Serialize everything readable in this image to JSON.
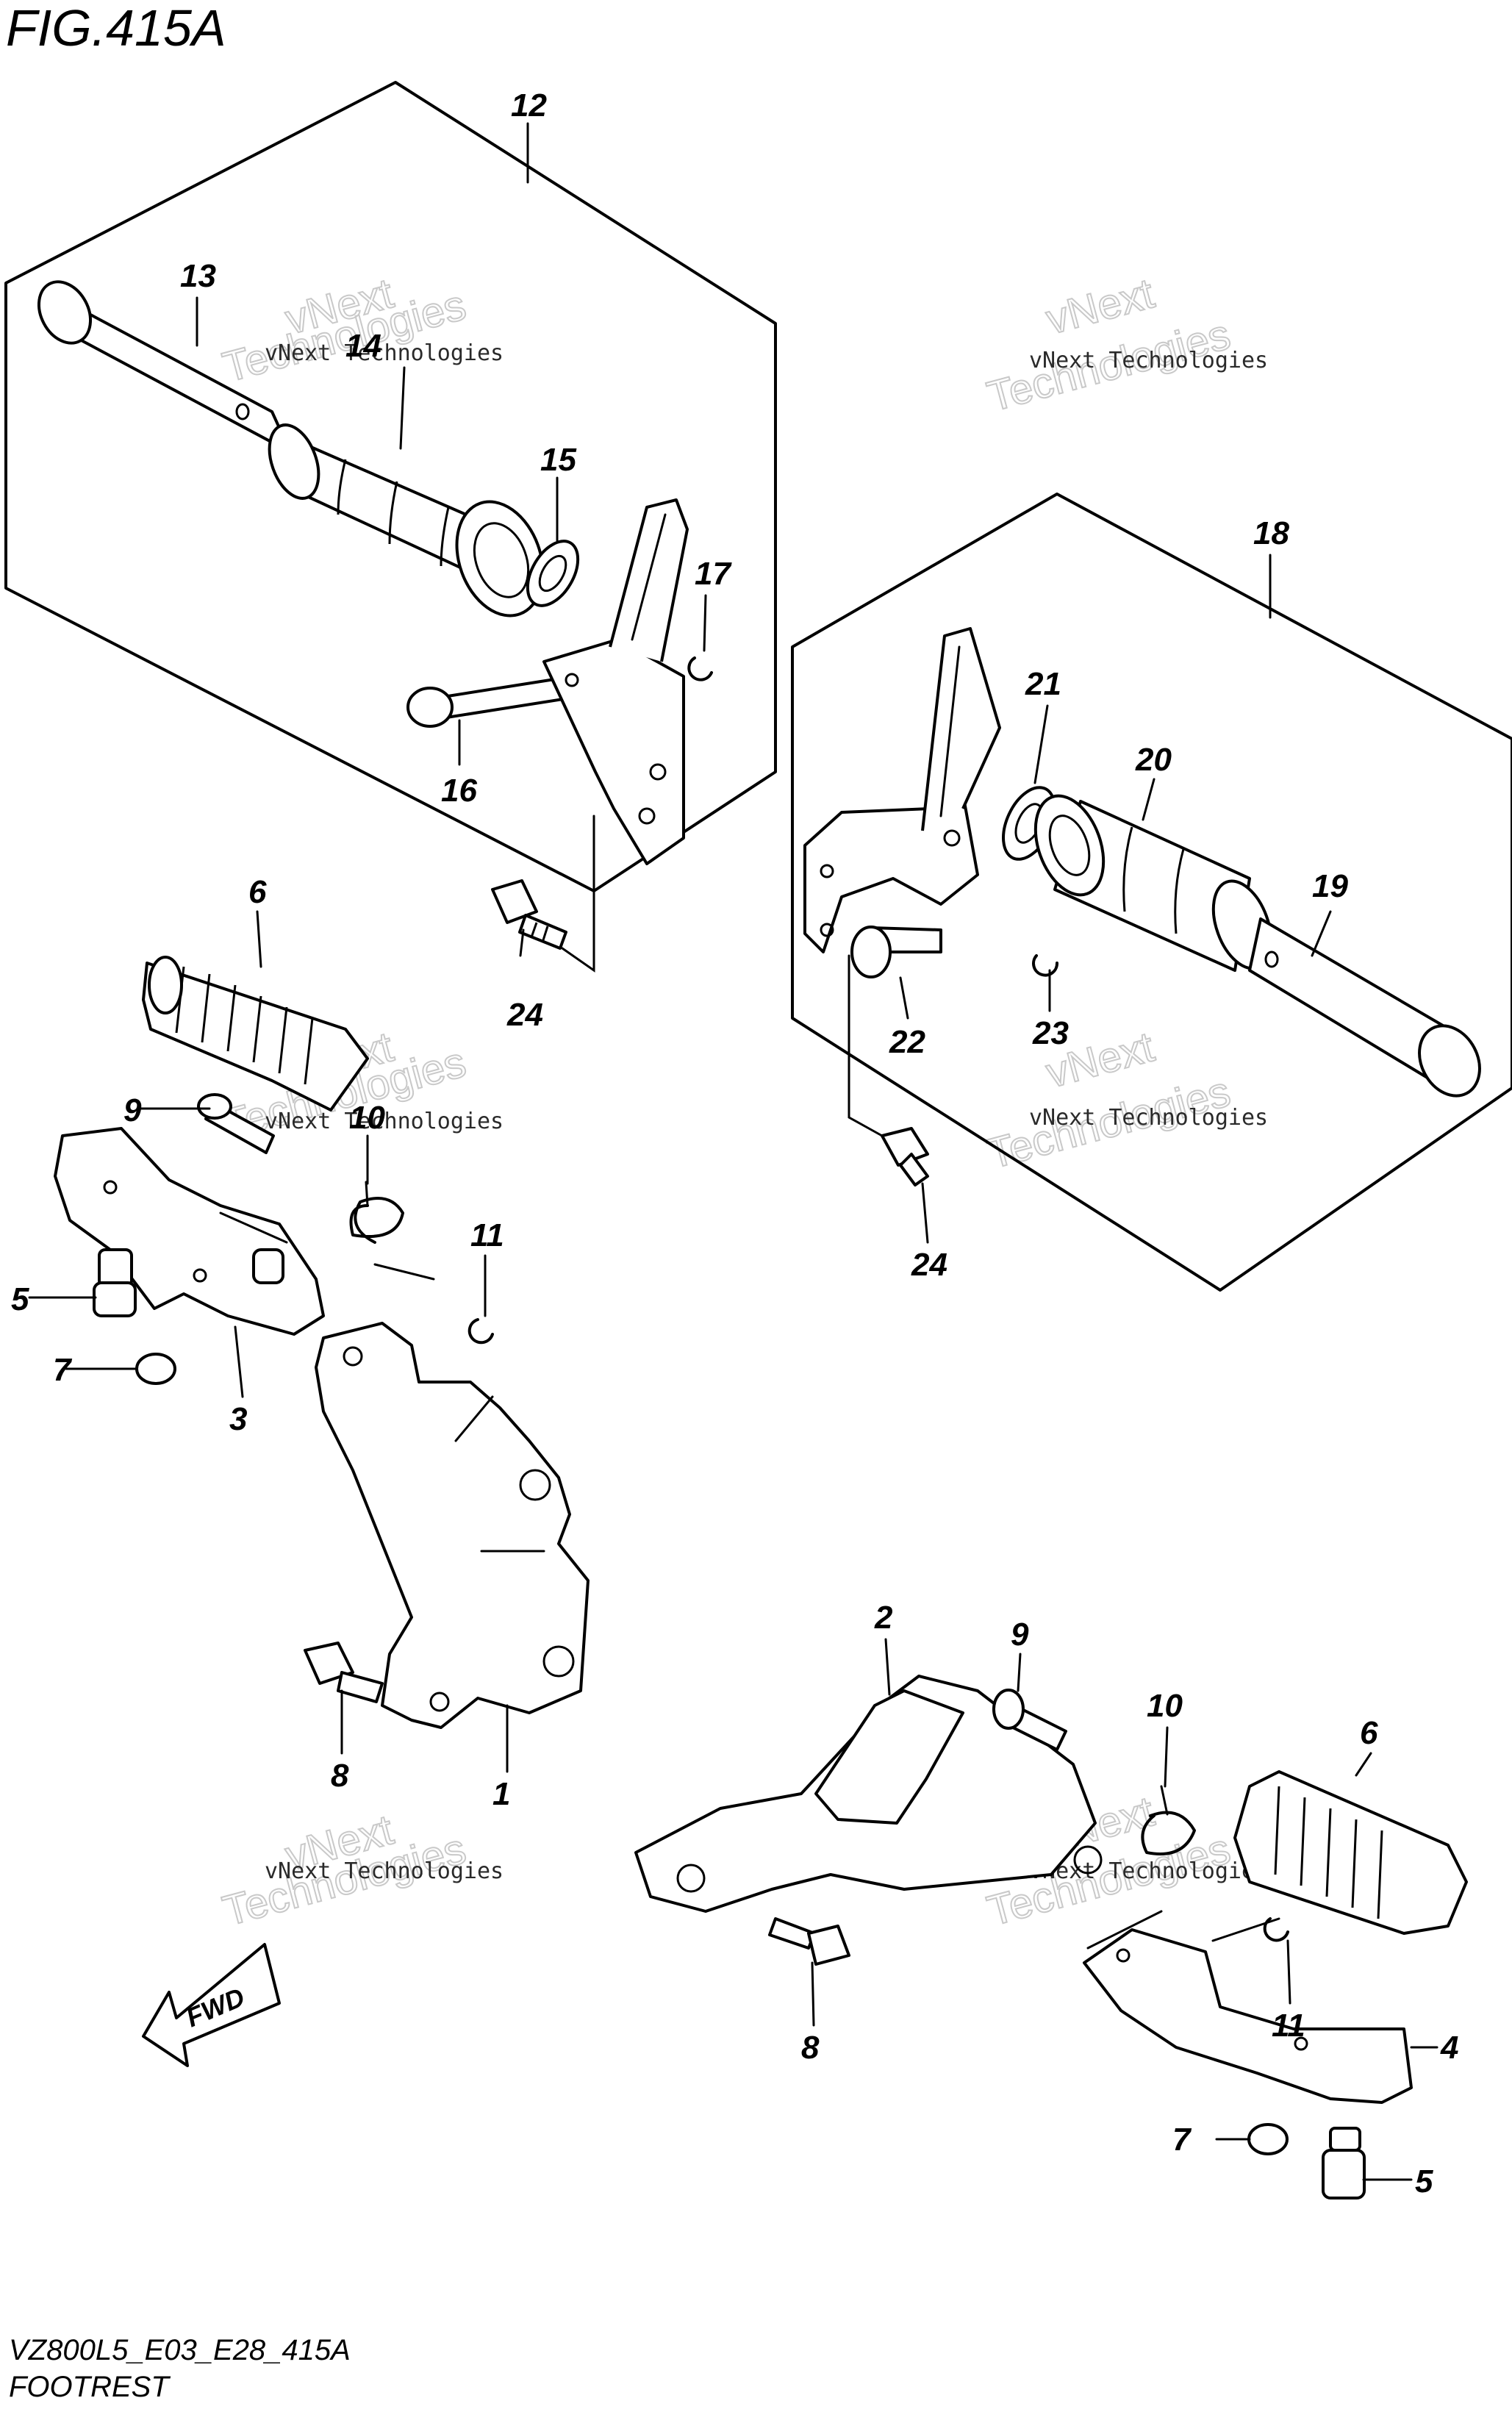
{
  "figure_title": "FIG.415A",
  "diagram_code": "VZ800L5_E03_E28_415A",
  "diagram_name": "FOOTREST",
  "direction_label": "FWD",
  "watermark": {
    "line1": "vNext Technologies",
    "line2a": "vNext",
    "line2b": "Technologies"
  },
  "callouts": {
    "c1": "1",
    "c2": "2",
    "c3": "3",
    "c4": "4",
    "c5a": "5",
    "c5b": "5",
    "c6a": "6",
    "c6b": "6",
    "c7a": "7",
    "c7b": "7",
    "c8a": "8",
    "c8b": "8",
    "c9a": "9",
    "c9b": "9",
    "c10a": "10",
    "c10b": "10",
    "c11a": "11",
    "c11b": "11",
    "c12": "12",
    "c13": "13",
    "c14": "14",
    "c15": "15",
    "c16": "16",
    "c17": "17",
    "c18": "18",
    "c19": "19",
    "c20": "20",
    "c21": "21",
    "c22": "22",
    "c23": "23",
    "c24a": "24",
    "c24b": "24"
  }
}
